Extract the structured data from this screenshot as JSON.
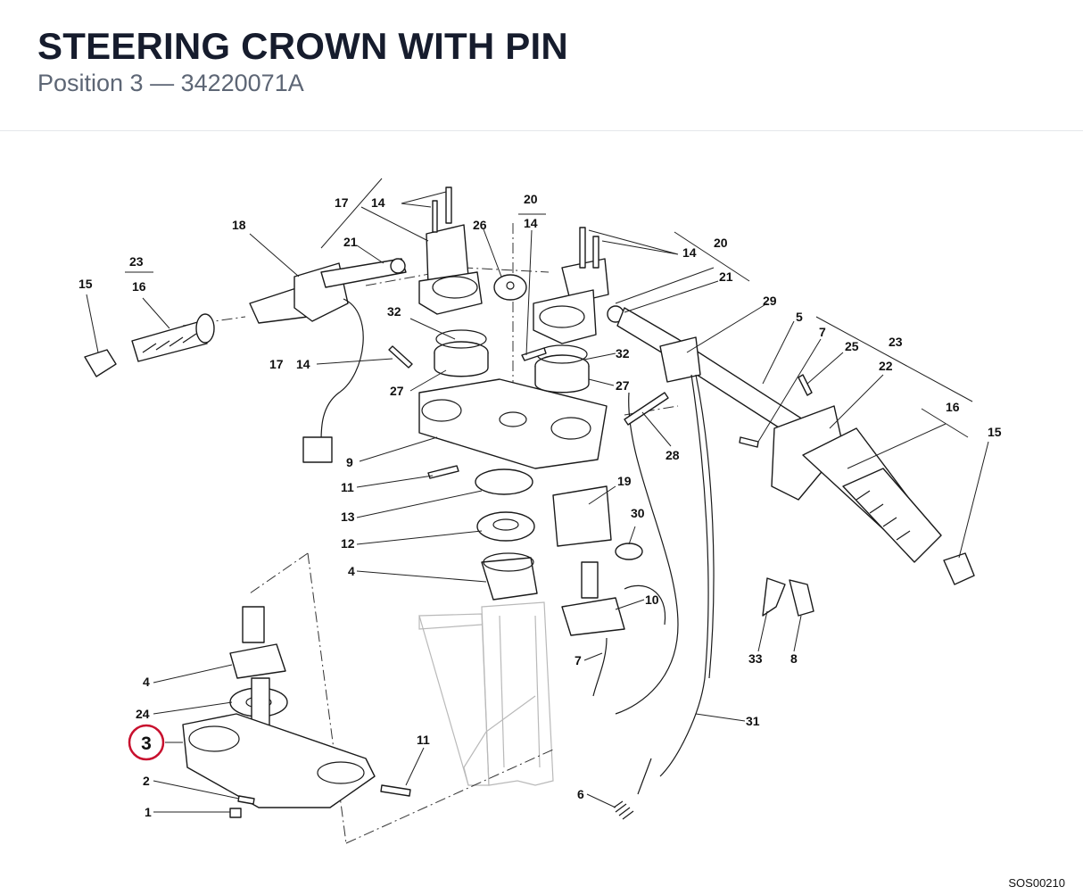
{
  "header": {
    "title": "STEERING CROWN WITH PIN",
    "subtitle": "Position 3 — 34220071A"
  },
  "highlight": {
    "label": "3",
    "color": "#c8102e"
  },
  "labels": {
    "l17a": "17",
    "l14a": "14",
    "l18": "18",
    "l21a": "21",
    "l26": "26",
    "l20a": "20",
    "l14b": "14",
    "l14c": "14",
    "l20b": "20",
    "l21b": "21",
    "l23a": "23",
    "l16a": "16",
    "l15a": "15",
    "l32a": "32",
    "l17b": "17",
    "l14d": "14",
    "l27a": "27",
    "l32b": "32",
    "l27b": "27",
    "l29": "29",
    "l5": "5",
    "l7a": "7",
    "l25": "25",
    "l23b": "23",
    "l22": "22",
    "l16b": "16",
    "l15b": "15",
    "l9": "9",
    "l28": "28",
    "l11a": "11",
    "l19": "19",
    "l13": "13",
    "l30": "30",
    "l12": "12",
    "l4a": "4",
    "l10": "10",
    "l7b": "7",
    "l33": "33",
    "l8": "8",
    "l4b": "4",
    "l24": "24",
    "l11b": "11",
    "l31": "31",
    "l2": "2",
    "l1": "1",
    "l6": "6"
  },
  "drawing_code": "SOS00210"
}
